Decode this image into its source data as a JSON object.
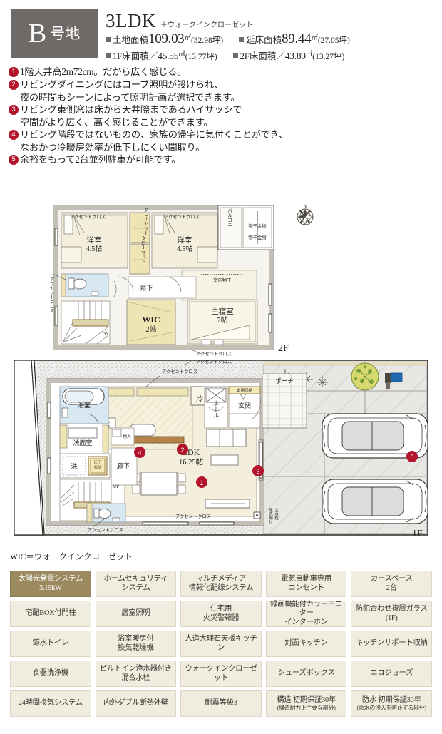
{
  "header": {
    "lot_letter": "B",
    "lot_suffix": "号地",
    "plan_type": "3LDK",
    "plan_extra": "＋ウォークインクローゼット",
    "areas": [
      {
        "label": "土地面積",
        "value": "109.03",
        "unit": "㎡",
        "tsubo": "(32.98坪)"
      },
      {
        "label": "延床面積",
        "value": "89.44",
        "unit": "㎡",
        "tsubo": "(27.05坪)"
      },
      {
        "label": "1F床面積／",
        "value": "45.55",
        "unit": "㎡",
        "tsubo": "(13.77坪)"
      },
      {
        "label": "2F床面積／",
        "value": "43.89",
        "unit": "㎡",
        "tsubo": "(13.27坪)"
      }
    ],
    "badge_color": "#6e6a67"
  },
  "bullets": [
    {
      "num": "❶",
      "n": "1",
      "line1": "1階天井高2m72cm。だから広く感じる。",
      "line2": ""
    },
    {
      "num": "❷",
      "n": "2",
      "line1": "リビングダイニングにはコーブ照明が設けられ、",
      "line2": "夜の時間もシーンによって照明計画が選択できます。"
    },
    {
      "num": "❸",
      "n": "3",
      "line1": "リビング東側窓は床から天井際まであるハイサッシで",
      "line2": "空間がより広く、高く感じることができます。"
    },
    {
      "num": "❹",
      "n": "4",
      "line1": "リビング階段ではないものの、家族の帰宅に気付くことができ、",
      "line2": "なおかつ冷暖房効率が低下しにくい間取り。"
    },
    {
      "num": "❺",
      "n": "5",
      "line1": "余裕をもって2台並列駐車が可能です。",
      "line2": ""
    }
  ],
  "bullet_color": "#b2142c",
  "floor2": {
    "floor_label": "2F",
    "compass_label": "N",
    "rooms": [
      {
        "name": "洋室",
        "size": "4.5帖"
      },
      {
        "name": "洋室",
        "size": "4.5帖"
      },
      {
        "name": "主寝室",
        "size": "7帖"
      },
      {
        "name": "WIC",
        "size": "2帖"
      }
    ],
    "labels": {
      "accent_cross": "アクセントクロス",
      "closet": "クローゼット",
      "closet2": "クローゼット",
      "corridor": "廊下",
      "balcony": "バルコニー",
      "hanger1": "物干金物",
      "hanger2": "物干金物",
      "indoor_dry": "室内物干",
      "stair_down": "DN",
      "accent_cross_left": "アクセントクロス",
      "accent_cross_bottom": "アクセントクロス",
      "accent_cross_r1": "アクセントクロス",
      "accent_cross_r2": "アクセントクロス"
    }
  },
  "floor1": {
    "floor_label": "1F",
    "rooms": [
      {
        "name": "LDK",
        "size": "16.25帖"
      }
    ],
    "labels": {
      "bath": "浴室",
      "washroom": "洗面室",
      "washer": "洗",
      "underfloor": "床下収納",
      "corridor": "廊下",
      "closet_small": "物入",
      "fridge": "冷",
      "hall": "ホール",
      "entrance": "玄関",
      "shoe_cabinet": "玄関収納",
      "porch": "ポーチ",
      "stair_up": "UP",
      "accent_cross_top": "アクセントクロス",
      "accent_cross_top2": "アクセントクロス",
      "accent_cross_bottom": "アクセントクロス",
      "accent_cross_bottom2": "アクセントクロス",
      "outdoor_faucet": "足洗場付\n立水栓"
    },
    "markers": [
      "1",
      "2",
      "3",
      "4",
      "5"
    ]
  },
  "wic_note": "WIC＝ウォークインクローゼット",
  "specs": [
    {
      "l1": "太陽光発電システム",
      "l2": "3.19kW",
      "highlight": true
    },
    {
      "l1": "ホームセキュリティ",
      "l2": "システム",
      "highlight": false
    },
    {
      "l1": "マルチメディア",
      "l2": "情報化配線システム",
      "highlight": false
    },
    {
      "l1": "電気自動車専用",
      "l2": "コンセント",
      "highlight": false
    },
    {
      "l1": "カースペース",
      "l2": "2台",
      "highlight": false
    },
    {
      "l1": "宅配BOX付門柱",
      "l2": "",
      "highlight": false
    },
    {
      "l1": "居室照明",
      "l2": "",
      "highlight": false
    },
    {
      "l1": "住宅用",
      "l2": "火災警報器",
      "highlight": false
    },
    {
      "l1": "録画機能付カラーモニター",
      "l2": "インターホン",
      "highlight": false
    },
    {
      "l1": "防犯合わせ複層ガラス",
      "l2": "(1F)",
      "highlight": false
    },
    {
      "l1": "節水トイレ",
      "l2": "",
      "highlight": false
    },
    {
      "l1": "浴室暖房付",
      "l2": "換気乾燥機",
      "highlight": false
    },
    {
      "l1": "人造大理石天板キッチン",
      "l2": "",
      "highlight": false
    },
    {
      "l1": "対面キッチン",
      "l2": "",
      "highlight": false
    },
    {
      "l1": "キッチンサポート収納",
      "l2": "",
      "highlight": false
    },
    {
      "l1": "食器洗浄機",
      "l2": "",
      "highlight": false
    },
    {
      "l1": "ビルトイン浄水器付き",
      "l2": "混合水栓",
      "highlight": false
    },
    {
      "l1": "ウォークインクローゼット",
      "l2": "",
      "highlight": false
    },
    {
      "l1": "シューズボックス",
      "l2": "",
      "highlight": false
    },
    {
      "l1": "エコジョーズ",
      "l2": "",
      "highlight": false
    },
    {
      "l1": "24時間換気システム",
      "l2": "",
      "highlight": false
    },
    {
      "l1": "内外ダブル断熱外壁",
      "l2": "",
      "highlight": false
    },
    {
      "l1": "耐震等級3",
      "l2": "",
      "highlight": false
    },
    {
      "l1": "構造 初期保証30年",
      "l2": "",
      "sub": "(構造耐力上主要な部分)",
      "highlight": false
    },
    {
      "l1": "防水 初期保証30年",
      "l2": "",
      "sub": "(雨水の浸入を防止する部分)",
      "highlight": false
    }
  ],
  "colors": {
    "spec_bg": "#f1ece0",
    "spec_border": "#ded5c2",
    "spec_highlight": "#9b8a5f",
    "room_fill": "#f4efdc",
    "wall": "#b9b4ab",
    "water_fill": "#d8e8f2",
    "closet_fill": "#efe4b4",
    "marker_red": "#b2142c"
  }
}
